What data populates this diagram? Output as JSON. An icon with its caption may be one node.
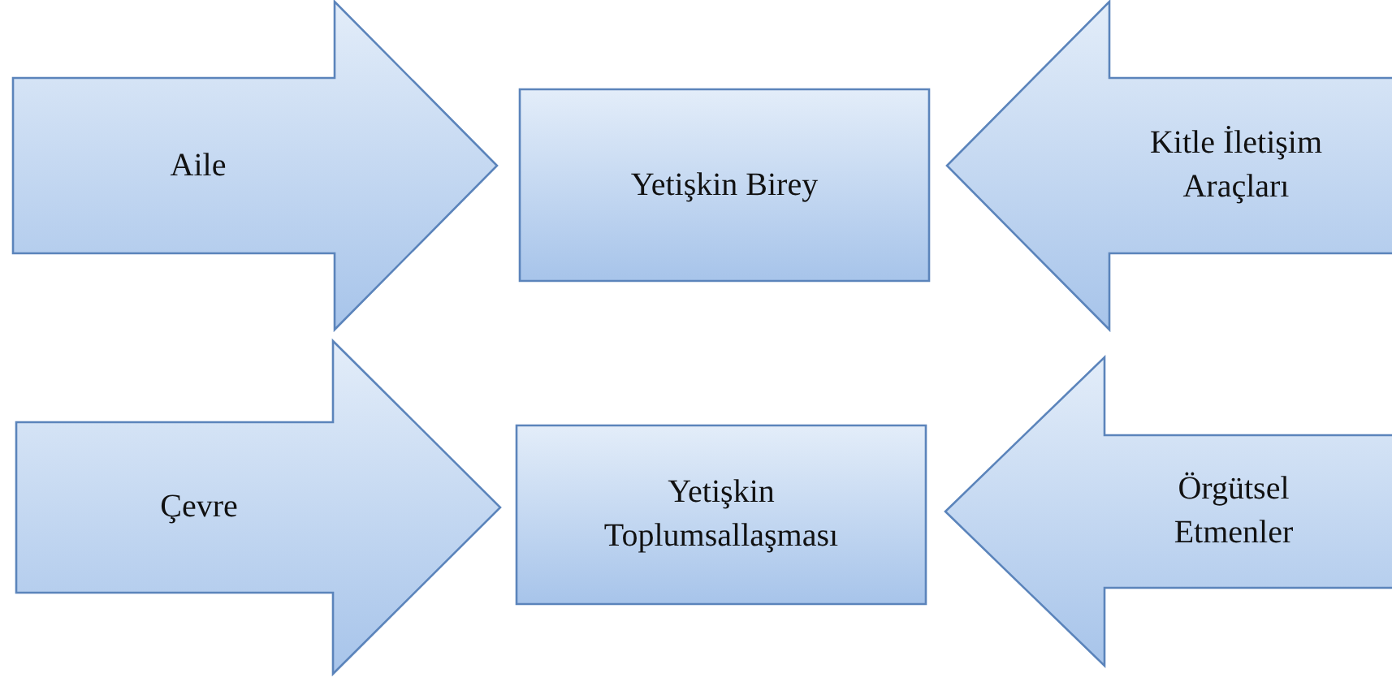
{
  "diagram": {
    "nodes": [
      {
        "text": [
          "Aile"
        ]
      },
      {
        "text": [
          "Yetişkin Birey"
        ]
      },
      {
        "text": [
          "Kitle İletişim Araçları"
        ]
      },
      {
        "text": [
          "Çevre"
        ]
      },
      {
        "text": [
          "Yetişkin Toplumsallaşması"
        ]
      },
      {
        "text": [
          "Örgütsel Etmenler"
        ]
      }
    ]
  }
}
